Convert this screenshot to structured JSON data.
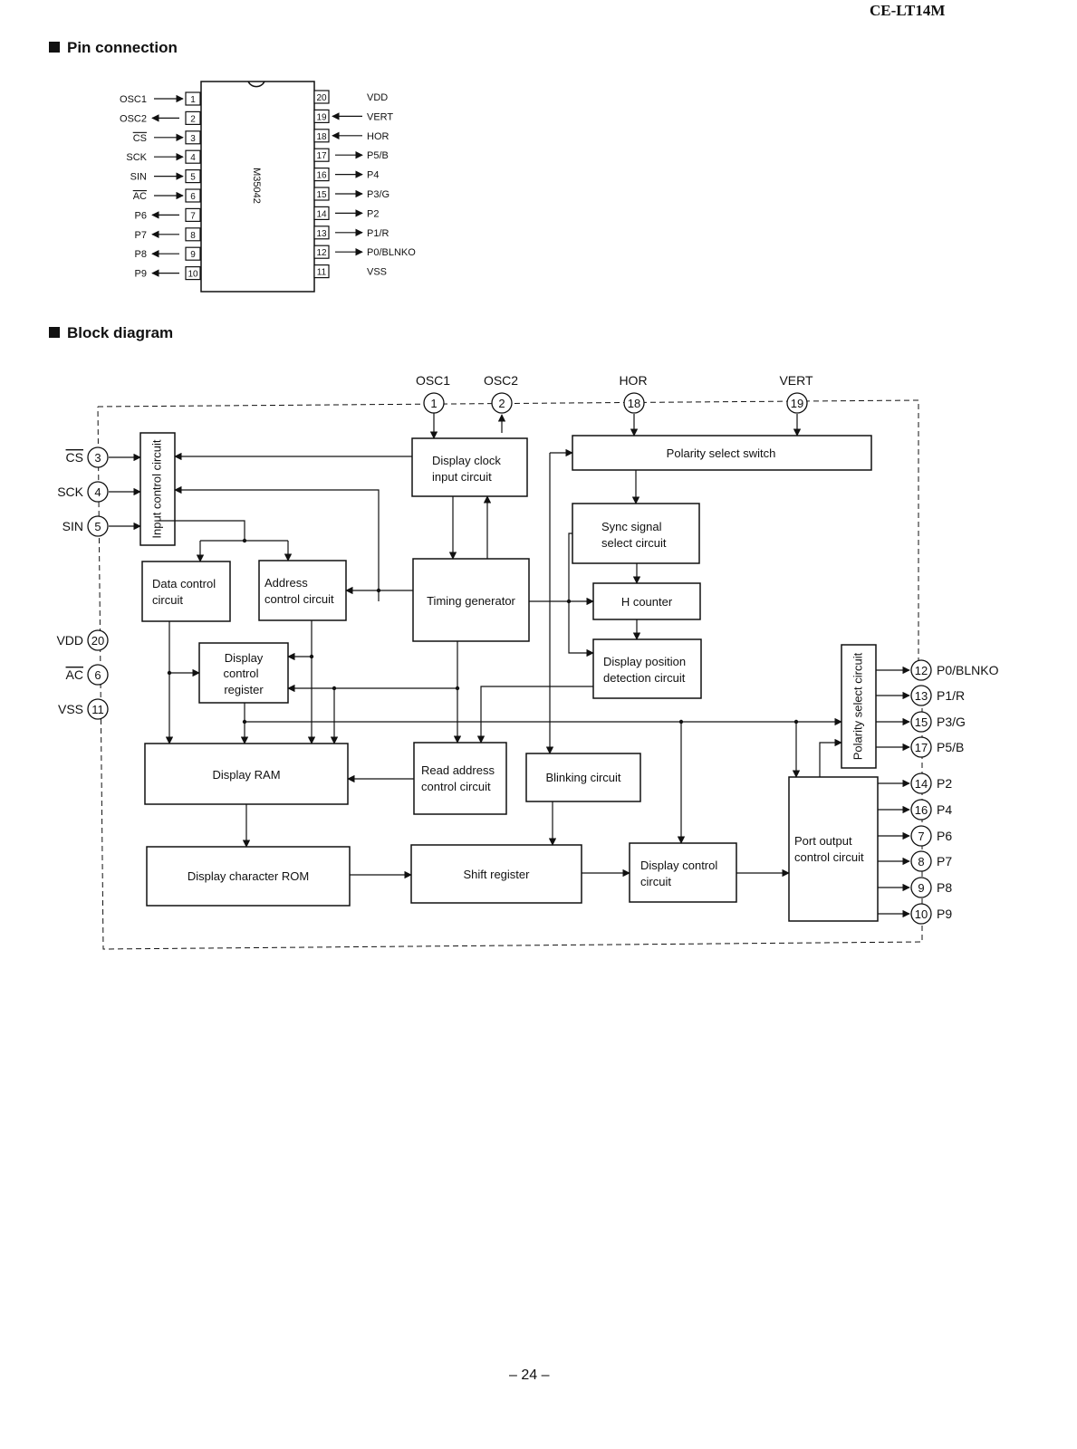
{
  "document": {
    "model_code": "CE-LT14M",
    "page_number": "– 24 –"
  },
  "sections": {
    "pin_connection": "Pin connection",
    "block_diagram": "Block diagram"
  },
  "pin_connection": {
    "chip_label": "M35042",
    "left_pins": [
      {
        "num": "1",
        "name": "OSC1",
        "direction": "in"
      },
      {
        "num": "2",
        "name": "OSC2",
        "direction": "out"
      },
      {
        "num": "3",
        "name": "CS",
        "direction": "in",
        "overbar": true
      },
      {
        "num": "4",
        "name": "SCK",
        "direction": "in"
      },
      {
        "num": "5",
        "name": "SIN",
        "direction": "in"
      },
      {
        "num": "6",
        "name": "AC",
        "direction": "in",
        "overbar": true
      },
      {
        "num": "7",
        "name": "P6",
        "direction": "out"
      },
      {
        "num": "8",
        "name": "P7",
        "direction": "out"
      },
      {
        "num": "9",
        "name": "P8",
        "direction": "out"
      },
      {
        "num": "10",
        "name": "P9",
        "direction": "out"
      }
    ],
    "right_pins": [
      {
        "num": "20",
        "name": "VDD",
        "direction": "none"
      },
      {
        "num": "19",
        "name": "VERT",
        "direction": "in"
      },
      {
        "num": "18",
        "name": "HOR",
        "direction": "in"
      },
      {
        "num": "17",
        "name": "P5/B",
        "direction": "out"
      },
      {
        "num": "16",
        "name": "P4",
        "direction": "out"
      },
      {
        "num": "15",
        "name": "P3/G",
        "direction": "out"
      },
      {
        "num": "14",
        "name": "P2",
        "direction": "out"
      },
      {
        "num": "13",
        "name": "P1/R",
        "direction": "out"
      },
      {
        "num": "12",
        "name": "P0/BLNKO",
        "direction": "out"
      },
      {
        "num": "11",
        "name": "VSS",
        "direction": "none"
      }
    ]
  },
  "block_diagram": {
    "blocks": {
      "input_control": "Input control circuit",
      "display_clock_1": "Display clock",
      "display_clock_2": "input circuit",
      "polarity_switch": "Polarity select switch",
      "sync_1": "Sync signal",
      "sync_2": "select circuit",
      "data_control_1": "Data control",
      "data_control_2": "circuit",
      "address_control_1": "Address",
      "address_control_2": "control circuit",
      "timing_generator": "Timing generator",
      "h_counter": "H counter",
      "display_position_1": "Display position",
      "display_position_2": "detection circuit",
      "display_control_register_1": "Display",
      "display_control_register_2": "control",
      "display_control_register_3": "register",
      "polarity_select_circuit": "Polarity select circuit",
      "display_ram": "Display RAM",
      "read_address_1": "Read address",
      "read_address_2": "control circuit",
      "blinking": "Blinking circuit",
      "port_output_1": "Port output",
      "port_output_2": "control circuit",
      "character_rom": "Display character ROM",
      "shift_register": "Shift register",
      "display_control_1": "Display control",
      "display_control_2": "circuit"
    },
    "top_pins": [
      {
        "num": "1",
        "name": "OSC1"
      },
      {
        "num": "2",
        "name": "OSC2"
      },
      {
        "num": "18",
        "name": "HOR"
      },
      {
        "num": "19",
        "name": "VERT"
      }
    ],
    "left_pins": [
      {
        "num": "3",
        "name": "CS",
        "overbar": true
      },
      {
        "num": "4",
        "name": "SCK"
      },
      {
        "num": "5",
        "name": "SIN"
      },
      {
        "num": "20",
        "name": "VDD"
      },
      {
        "num": "6",
        "name": "AC",
        "overbar": true
      },
      {
        "num": "11",
        "name": "VSS"
      }
    ],
    "right_pins": [
      {
        "num": "12",
        "name": "P0/BLNKO"
      },
      {
        "num": "13",
        "name": "P1/R"
      },
      {
        "num": "15",
        "name": "P3/G"
      },
      {
        "num": "17",
        "name": "P5/B"
      },
      {
        "num": "14",
        "name": "P2"
      },
      {
        "num": "16",
        "name": "P4"
      },
      {
        "num": "7",
        "name": "P6"
      },
      {
        "num": "8",
        "name": "P7"
      },
      {
        "num": "9",
        "name": "P8"
      },
      {
        "num": "10",
        "name": "P9"
      }
    ]
  }
}
